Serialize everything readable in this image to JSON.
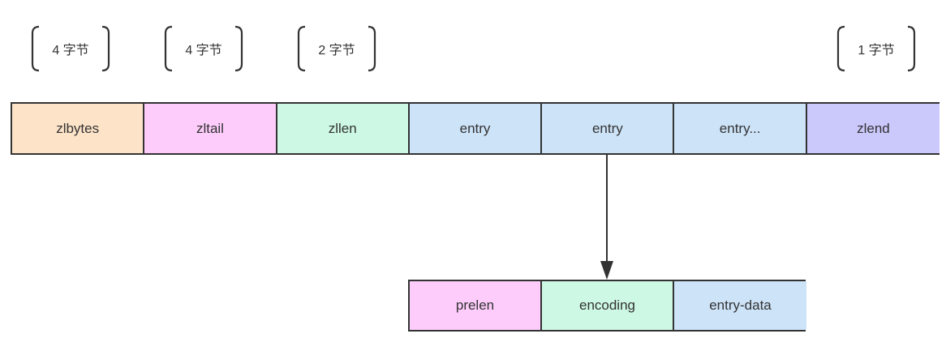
{
  "size_labels": [
    {
      "text": "4 字节",
      "field": "zlbytes"
    },
    {
      "text": "4 字节",
      "field": "zltail"
    },
    {
      "text": "2 字节",
      "field": "zllen"
    },
    {
      "text": "1 字节",
      "field": "zlend"
    }
  ],
  "main_fields": [
    {
      "label": "zlbytes",
      "color": "#fde3c8"
    },
    {
      "label": "zltail",
      "color": "#fdccfb"
    },
    {
      "label": "zllen",
      "color": "#cdf8e3"
    },
    {
      "label": "entry",
      "color": "#cde3f8"
    },
    {
      "label": "entry",
      "color": "#cde3f8"
    },
    {
      "label": "entry...",
      "color": "#cde3f8"
    },
    {
      "label": "zlend",
      "color": "#cbc8fb"
    }
  ],
  "entry_fields": [
    {
      "label": "prelen",
      "color": "#fdccfb"
    },
    {
      "label": "encoding",
      "color": "#cdf8e3"
    },
    {
      "label": "entry-data",
      "color": "#cde3f8"
    }
  ]
}
